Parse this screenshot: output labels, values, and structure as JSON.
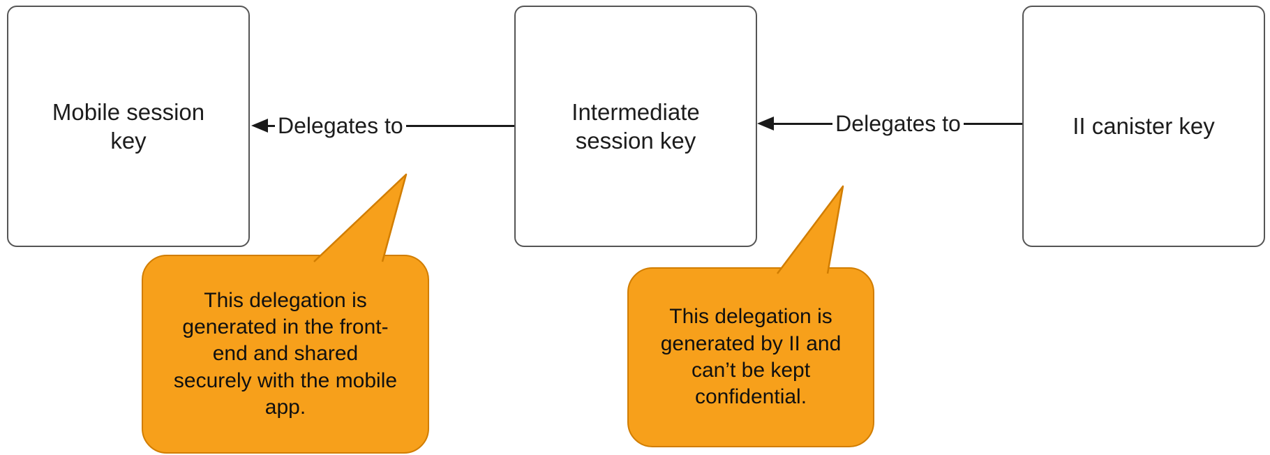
{
  "diagram": {
    "boxes": [
      {
        "label": "Mobile session key"
      },
      {
        "label": "Intermediate session key"
      },
      {
        "label": "II canister key"
      }
    ],
    "arrows": [
      {
        "label": "Delegates to",
        "direction": "points-left",
        "from": "Intermediate session key",
        "to": "Mobile session key"
      },
      {
        "label": "Delegates to",
        "direction": "points-left",
        "from": "II canister key",
        "to": "Intermediate session key"
      }
    ],
    "callouts": [
      {
        "text": "This delegation is generated in the front-end and shared securely with the mobile app."
      },
      {
        "text": "This delegation is generated by II and can’t be kept confidential."
      }
    ],
    "colors": {
      "callout_fill": "#f7a01b",
      "callout_border": "#d17d00",
      "box_border": "#555555",
      "arrow_line": "#1a1a1a",
      "background": "#ffffff",
      "text": "#1c1c1c"
    }
  }
}
